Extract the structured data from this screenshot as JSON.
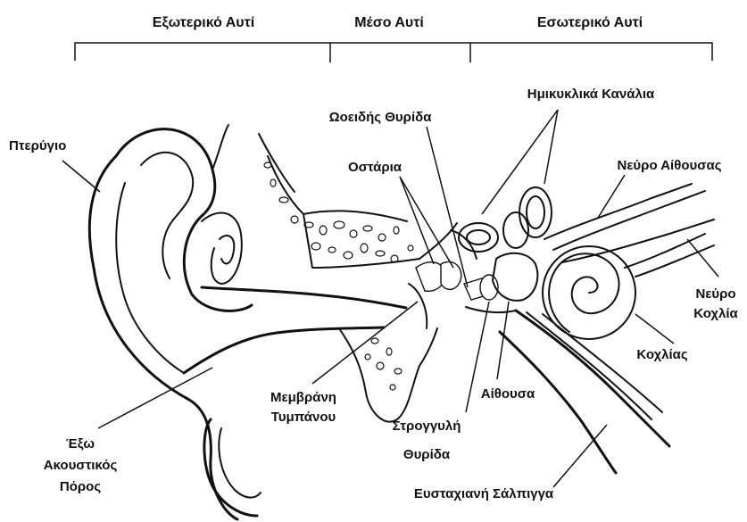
{
  "sections": {
    "outer_ear": "Εξωτερικό Αυτί",
    "middle_ear": "Μέσο Αυτί",
    "inner_ear": "Εσωτερικό Αυτί"
  },
  "labels": {
    "pinna": "Πτερύγιο",
    "ear_canal_1": "Έξω",
    "ear_canal_2": "Ακουστικός",
    "ear_canal_3": "Πόρος",
    "eardrum_1": "Μεμβράνη",
    "eardrum_2": "Τυμπάνου",
    "ossicles": "Οστάρια",
    "oval_window": "Ωοειδής Θυρίδα",
    "semicircular_canals": "Ημικυκλικά Κανάλια",
    "vestibular_nerve": "Νεύρο Αίθουσας",
    "cochlear_nerve_1": "Νεύρο",
    "cochlear_nerve_2": "Κοχλία",
    "cochlea": "Κοχλίας",
    "vestibule": "Αίθουσα",
    "round_window_1": "Στρογγυλή",
    "round_window_2": "Θυρίδα",
    "eustachian_tube": "Ευσταχιανή Σάλπιγγα"
  }
}
